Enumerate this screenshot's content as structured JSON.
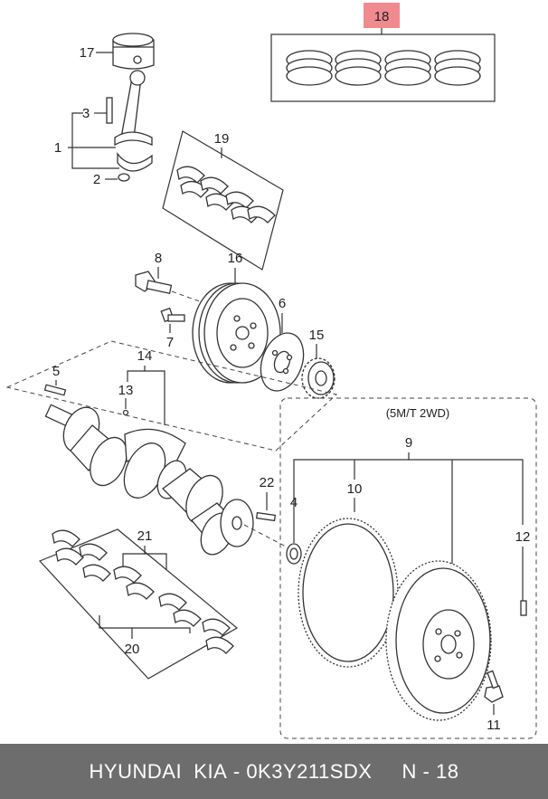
{
  "callouts": {
    "c1": "1",
    "c2": "2",
    "c3": "3",
    "c4": "4",
    "c5": "5",
    "c6": "6",
    "c7": "7",
    "c8": "8",
    "c9": "9",
    "c10": "10",
    "c11": "11",
    "c12": "12",
    "c13": "13",
    "c14": "14",
    "c15": "15",
    "c16": "16",
    "c17": "17",
    "c18": "18",
    "c19": "19",
    "c20": "20",
    "c21": "21",
    "c22": "22"
  },
  "variant_note": "(5M/T 2WD)",
  "footer": {
    "brand": "HYUNDAI  KIA",
    "separator": " - ",
    "part_number": "0K3Y211SDX",
    "page": "N - 18"
  },
  "colors": {
    "highlight": "#f08a8e",
    "footer_bg": "#6d6d6d",
    "ink": "#333333"
  }
}
